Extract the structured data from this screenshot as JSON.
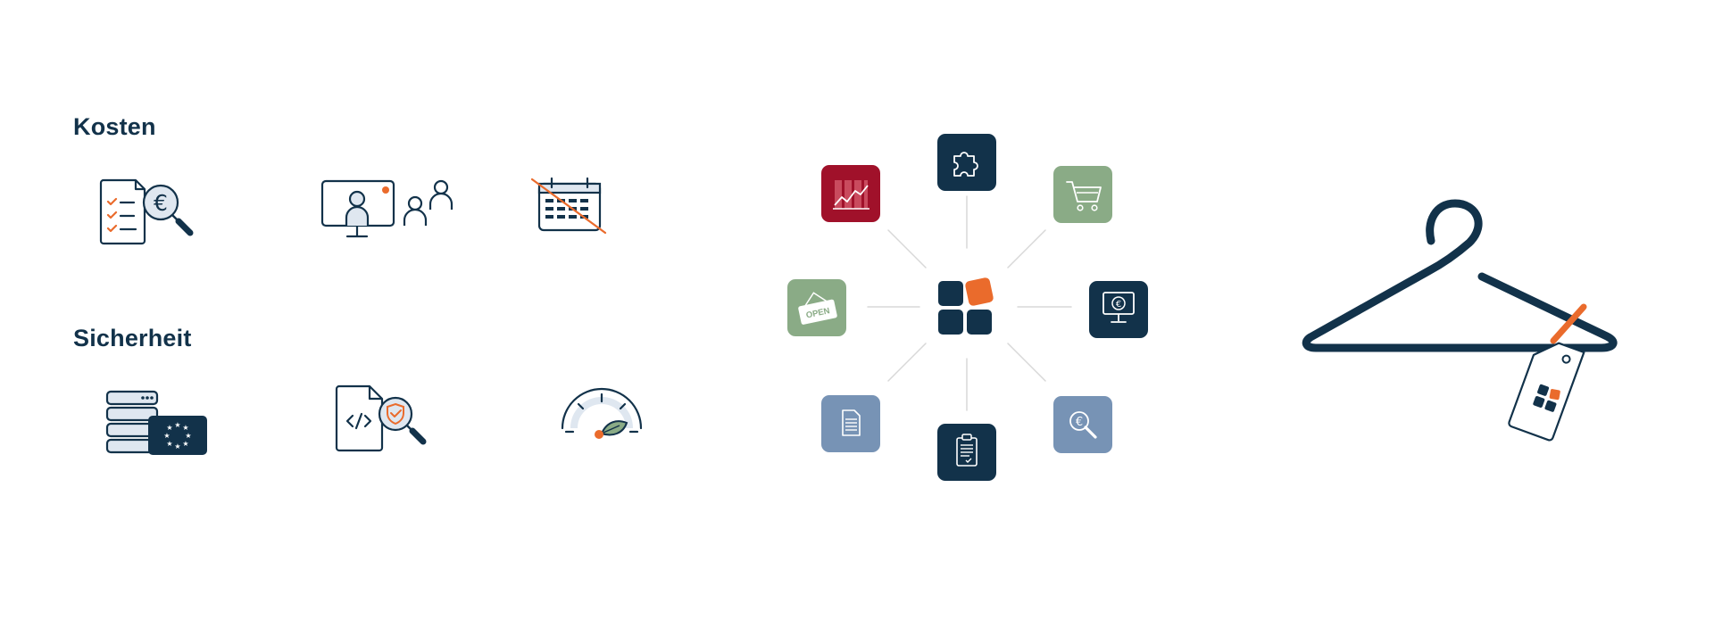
{
  "sections": {
    "costs": {
      "title": "Kosten"
    },
    "security": {
      "title": "Sicherheit"
    }
  },
  "open_sign_text": "OPEN",
  "currency_symbol": "€",
  "colors": {
    "navy": "#12324a",
    "orange": "#ea6b2c",
    "sage": "#8aab86",
    "steel": "#7793b5",
    "crimson": "#a0112a",
    "line": "#d8d8d8"
  },
  "icons": {
    "costs": [
      "checklist-euro-search-icon",
      "video-meeting-icon",
      "no-calendar-icon"
    ],
    "security": [
      "eu-server-icon",
      "code-security-search-icon",
      "eco-speedometer-icon"
    ],
    "hub": [
      "analytics-app-icon",
      "puzzle-app-icon",
      "cart-app-icon",
      "open-sign-app-icon",
      "payment-terminal-app-icon",
      "document-app-icon",
      "clipboard-app-icon",
      "euro-search-app-icon"
    ],
    "center": "app-grid-logo-icon",
    "right": "hanger-price-tag-icon"
  }
}
